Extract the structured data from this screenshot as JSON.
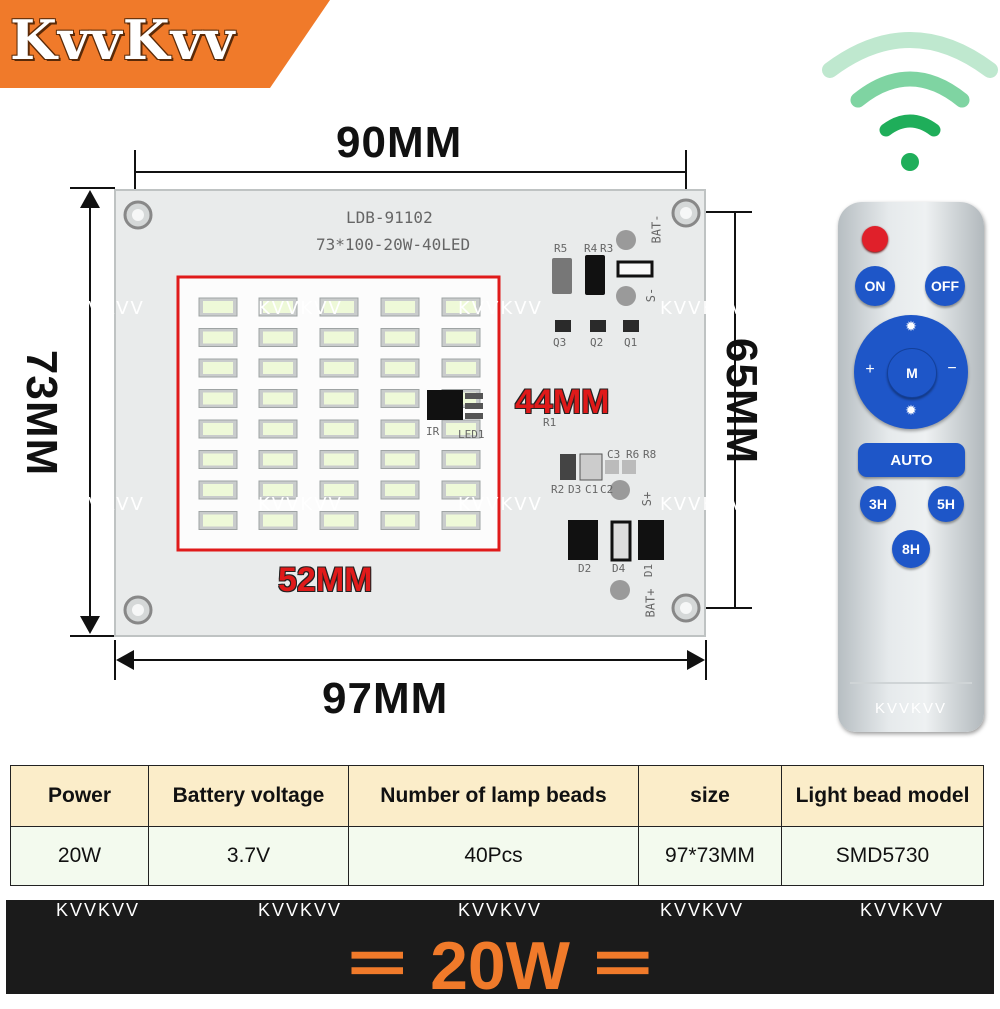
{
  "brand": {
    "name": "KvvKvv"
  },
  "dimensions": {
    "top_width": "90MM",
    "bottom_width": "97MM",
    "left_height": "73MM",
    "right_height": "65MM",
    "led_area_width": "52MM",
    "led_area_height": "44MM"
  },
  "pcb": {
    "model": "LDB-91102",
    "spec_line": "73*100-20W-40LED",
    "components": [
      "R5",
      "R4",
      "R3",
      "BAT-",
      "S-",
      "Q3",
      "Q2",
      "Q1",
      "R1",
      "IR",
      "LED1",
      "C3",
      "R6",
      "R8",
      "R2",
      "D3",
      "C1",
      "C2",
      "S+",
      "D2",
      "D4",
      "D1",
      "BAT+"
    ]
  },
  "remote": {
    "buttons": {
      "on": "ON",
      "off": "OFF",
      "mode": "M",
      "plus": "+",
      "minus": "−",
      "auto": "AUTO",
      "timer_3": "3H",
      "timer_5": "5H",
      "timer_8": "8H"
    },
    "brand_label": "KVVKVV"
  },
  "watermark": "KVVKVV",
  "spec_table": {
    "headers": [
      "Power",
      "Battery voltage",
      "Number of lamp beads",
      "size",
      "Light bead model"
    ],
    "values": [
      "20W",
      "3.7V",
      "40Pcs",
      "97*73MM",
      "SMD5730"
    ]
  },
  "banner": {
    "text": "＝ 20W ＝"
  },
  "colors": {
    "brand_orange": "#f07a2a",
    "remote_blue": "#1e56c8",
    "red_outline": "#e01a1a",
    "wifi_green": "#1fae5a"
  }
}
